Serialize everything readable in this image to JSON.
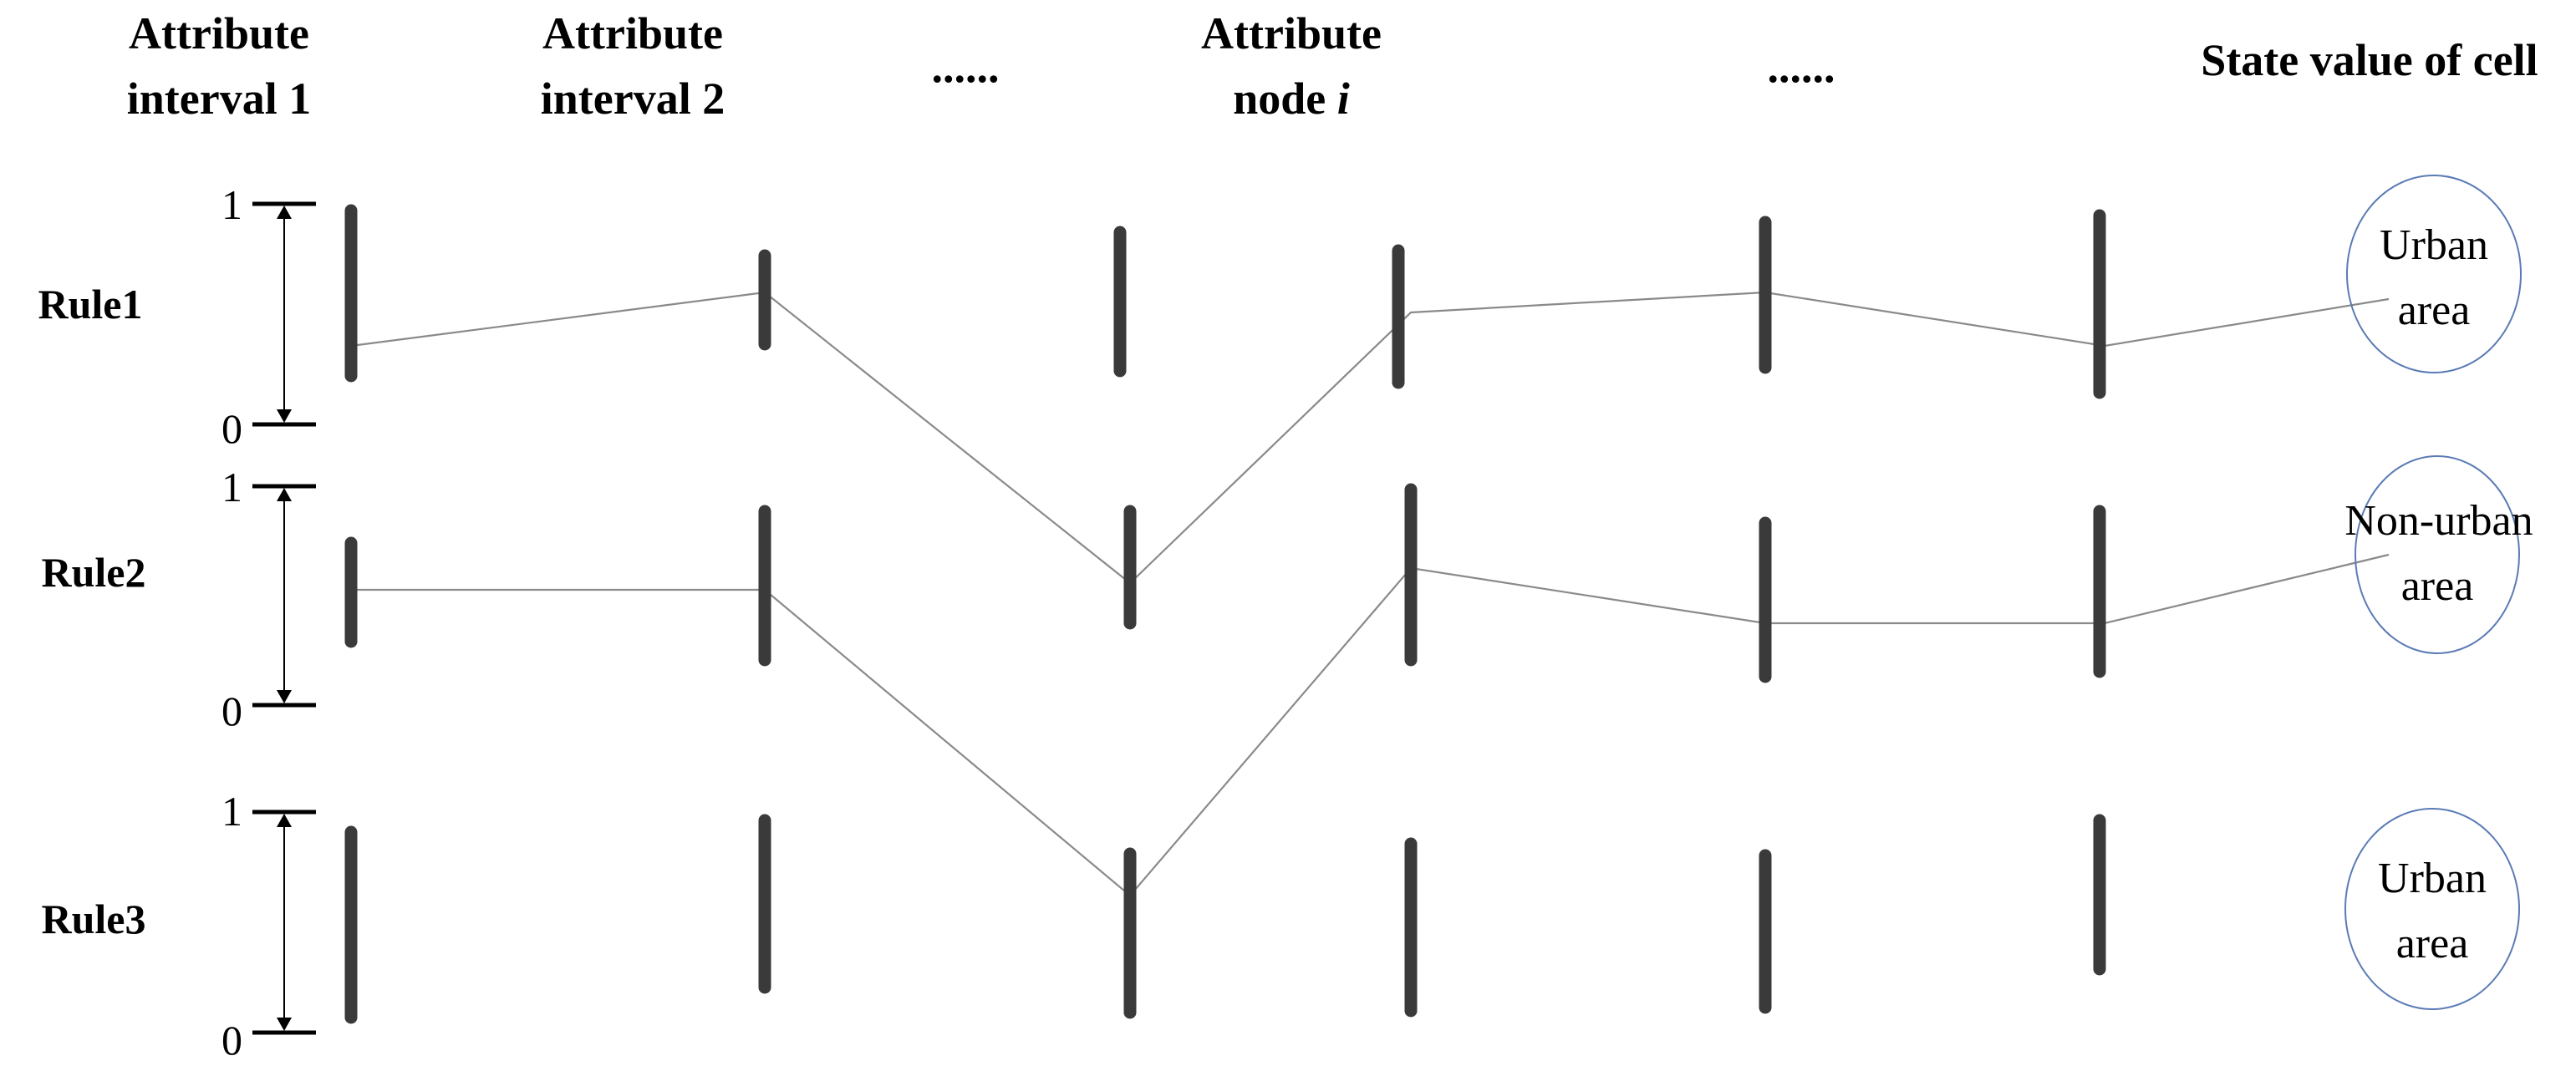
{
  "headers": {
    "col1_line1": "Attribute",
    "col1_line2": "interval 1",
    "col2_line1": "Attribute",
    "col2_line2": "interval 2",
    "ellipsis_left": "......",
    "col_i_line1": "Attribute",
    "col_i_line2_prefix": "node ",
    "col_i_line2_var": "i",
    "ellipsis_right": "......",
    "state": "State value of cell"
  },
  "axis": {
    "top_label": "1",
    "bottom_label": "0"
  },
  "rules": [
    {
      "label": "Rule1",
      "state_line1": "Urban",
      "state_line2": "area"
    },
    {
      "label": "Rule2",
      "state_line1": "Non-urban",
      "state_line2": "area"
    },
    {
      "label": "Rule3",
      "state_line1": "Urban",
      "state_line2": "area"
    }
  ],
  "colors": {
    "bar": "#3a3a3a",
    "connector": "#8a8a8a",
    "ellipse": "#5b7bb5"
  }
}
